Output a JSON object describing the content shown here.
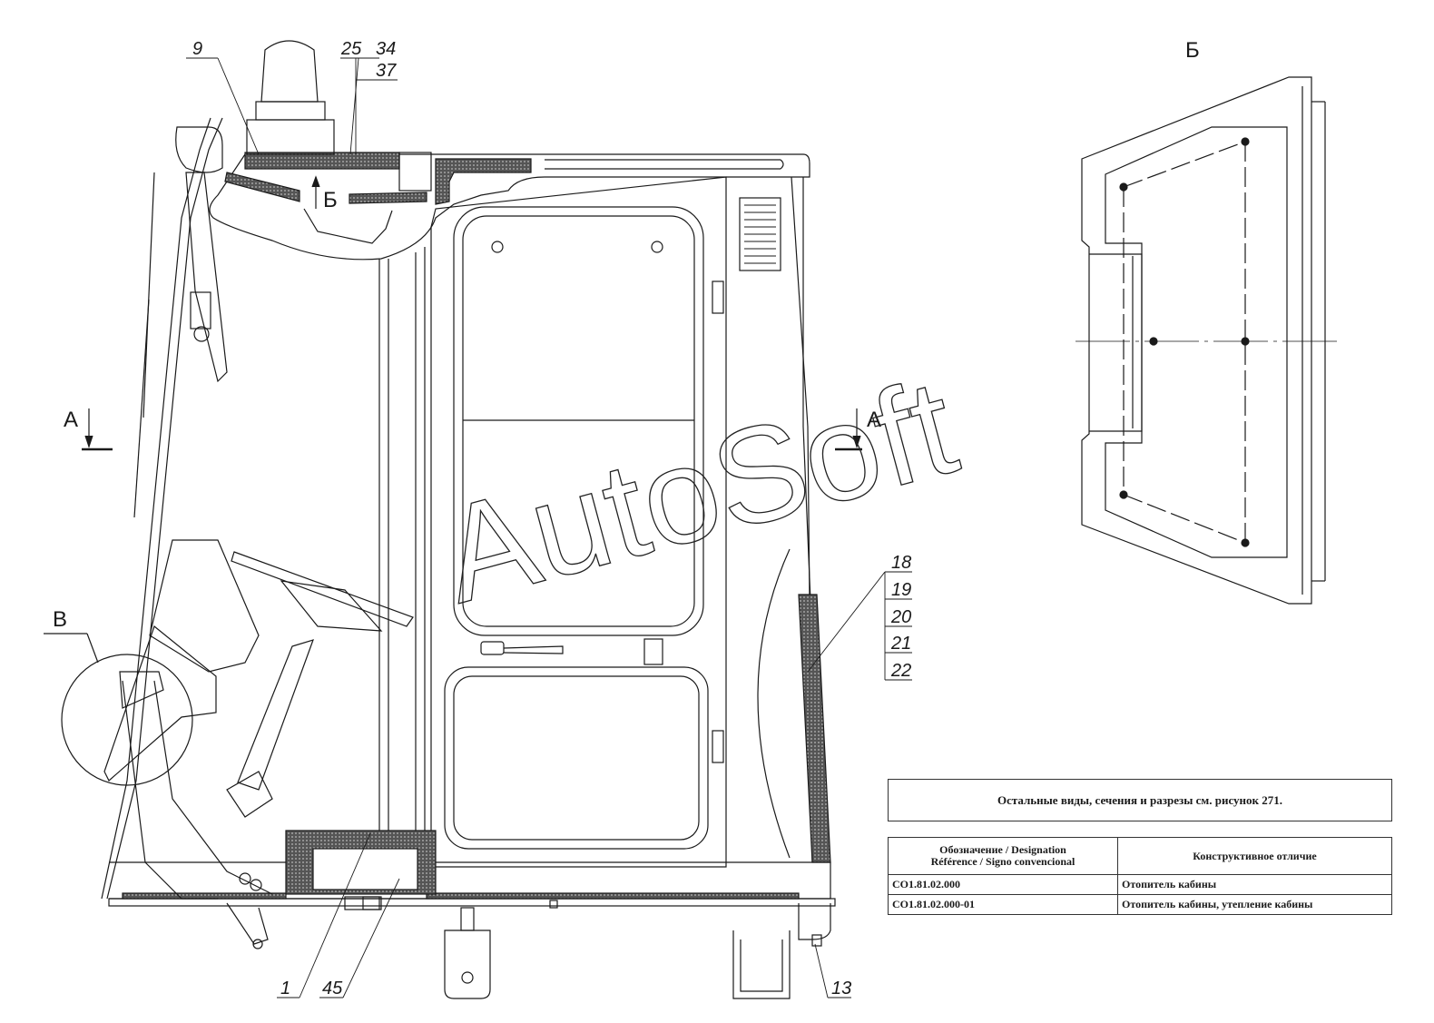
{
  "callouts": {
    "c9": "9",
    "c25": "25",
    "c34": "34",
    "c37": "37",
    "c18": "18",
    "c19": "19",
    "c20": "20",
    "c21": "21",
    "c22": "22",
    "c1": "1",
    "c45": "45",
    "c13": "13"
  },
  "view_labels": {
    "b_view_title": "Б",
    "b_arrow": "Б",
    "a_left": "А",
    "a_right": "А",
    "v_circle": "В"
  },
  "watermark": "AutoSoft",
  "note": "Остальные виды, сечения и разрезы см. рисунок 271.",
  "table": {
    "header_col1_line1": "Обозначение / Designation",
    "header_col1_line2": "Référence / Signo convencional",
    "header_col2": "Конструктивное отличие",
    "rows": [
      {
        "code": "СО1.81.02.000",
        "desc": "Отопитель кабины"
      },
      {
        "code": "СО1.81.02.000-01",
        "desc": "Отопитель кабины, утепление кабины"
      }
    ]
  }
}
